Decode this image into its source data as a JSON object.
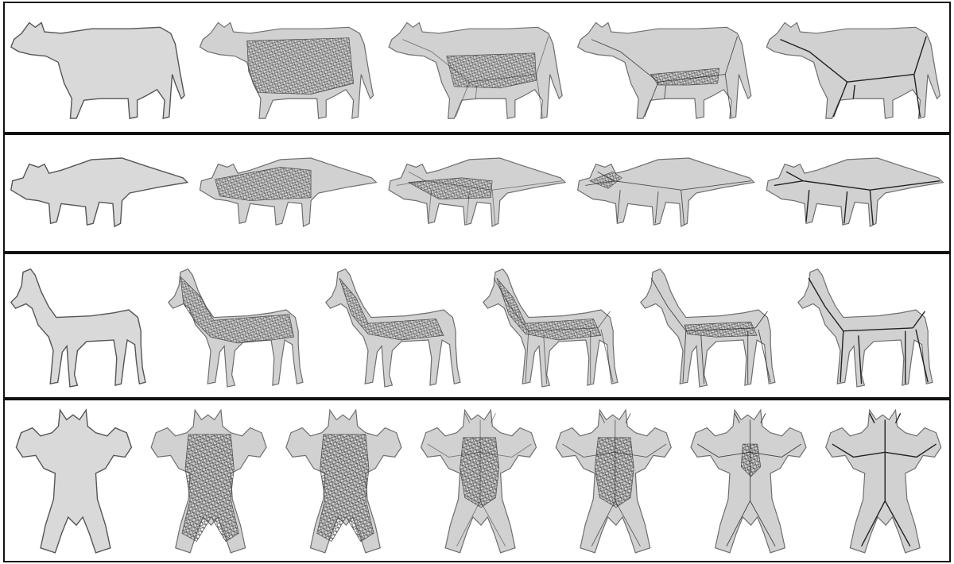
{
  "figure": {
    "rows": [
      {
        "id": "cow",
        "model": "cow",
        "stages": 5
      },
      {
        "id": "triceratops",
        "model": "triceratops",
        "stages": 5
      },
      {
        "id": "horse",
        "model": "horse",
        "stages": 6
      },
      {
        "id": "armadillo",
        "model": "armadillo",
        "stages": 7
      }
    ],
    "colors": {
      "solid_fill": "#d9d9d9",
      "solid_stroke": "#555555",
      "ghost_fill": "#bdbdbd",
      "ghost_stroke": "#6e6e6e",
      "mesh_fill": "#4a4a4a",
      "skeleton": "#222222",
      "frame": "#111111"
    }
  }
}
